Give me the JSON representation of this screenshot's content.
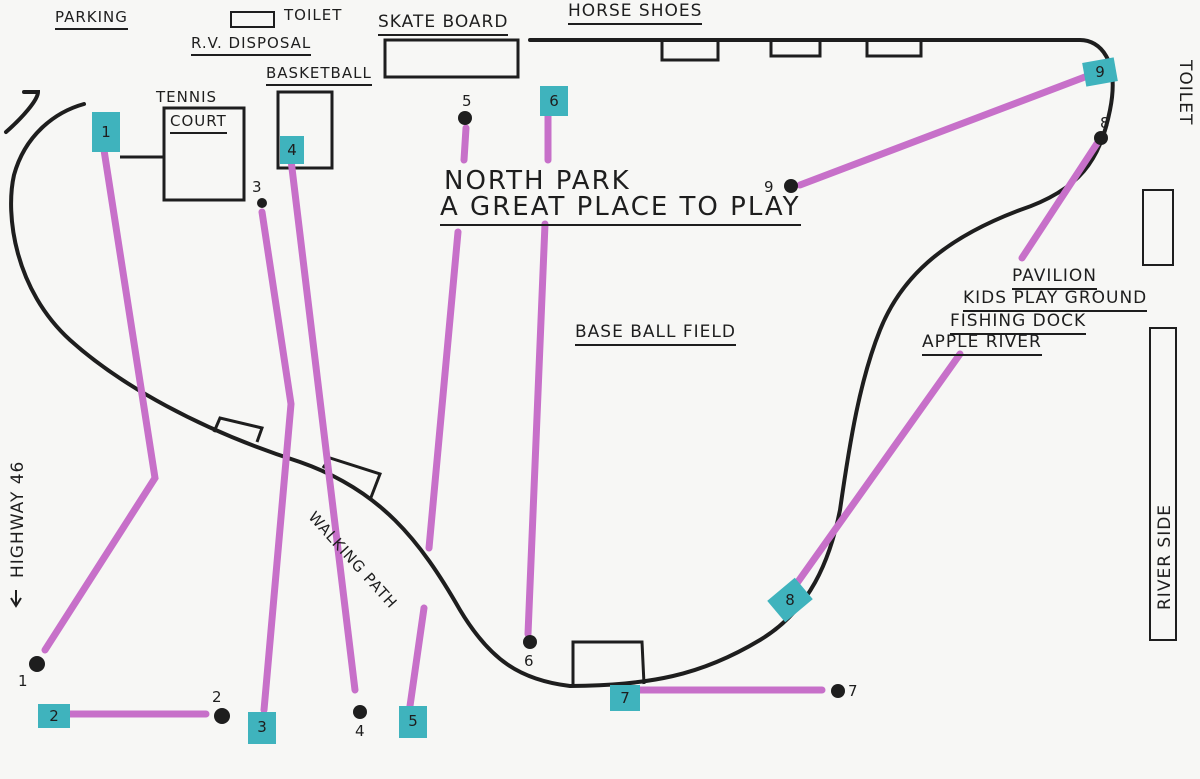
{
  "title": {
    "line1": "NORTH PARK",
    "line2": "A GREAT PLACE TO PLAY"
  },
  "labels": {
    "parking": "PARKING",
    "toilet_top": "TOILET",
    "rv_disposal": "R.V. DISPOSAL",
    "skate_board": "SKATE BOARD",
    "horse_shoes": "HORSE SHOES",
    "tennis": "TENNIS",
    "court": "COURT",
    "basketball": "BASKETBALL",
    "baseball_field": "BASE BALL FIELD",
    "pavilion": "PAVILION",
    "kids_play_ground": "KIDS PLAY GROUND",
    "fishing_dock": "FISHING DOCK",
    "apple_river": "APPLE RIVER",
    "highway": "HIGHWAY 46",
    "toilet_right": "TOILET",
    "river_side": "RIVER SIDE",
    "walking_path": "WALKING PATH"
  },
  "holes": [
    {
      "tee": "1",
      "basket": "1"
    },
    {
      "tee": "2",
      "basket": "2"
    },
    {
      "tee": "3",
      "basket": "3"
    },
    {
      "tee": "4",
      "basket": "4"
    },
    {
      "tee": "5",
      "basket": "5"
    },
    {
      "tee": "6",
      "basket": "6"
    },
    {
      "tee": "7",
      "basket": "7"
    },
    {
      "tee": "8",
      "basket": "8"
    },
    {
      "tee": "9",
      "basket": "9"
    }
  ],
  "colors": {
    "fairway": "#c770c9",
    "tee_pad": "#3fb3bd",
    "ink": "#1e1e1e",
    "paper": "#f7f7f5"
  }
}
